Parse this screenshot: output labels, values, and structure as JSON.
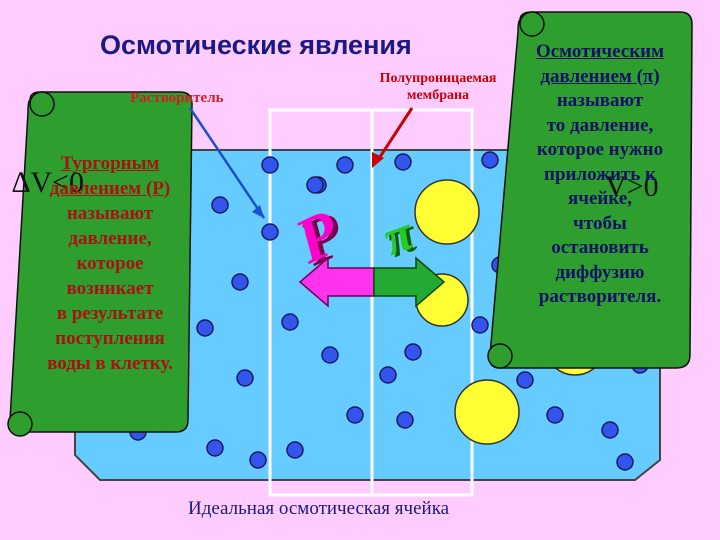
{
  "title": "Осмотические явления",
  "labels": {
    "solvent": "Растворитель",
    "membrane_line1": "Полупроницаемая",
    "membrane_line2": "мембрана",
    "caption": "Идеальная осмотическая ячейка"
  },
  "scroll_left": {
    "lines": [
      "Тургорным",
      "давлением (Р)",
      "называют",
      "давление,",
      "которое",
      "возникает",
      "в результате",
      "поступления",
      "воды в клетку."
    ]
  },
  "scroll_right": {
    "lines": [
      "Осмотическим",
      "давлением (π)",
      "называют",
      "то давление,",
      "которое нужно",
      "приложить к",
      "ячейке,",
      "чтобы",
      "остановить",
      "диффузию",
      "растворителя."
    ]
  },
  "symbols": {
    "left_partial": "∆V<0",
    "right_partial": "V>0",
    "p": "P",
    "pi": "π"
  },
  "colors": {
    "background": "#ffccff",
    "water": "#66ccff",
    "scroll_green": "#2e9e2e",
    "molecule_blue": "#3355ee",
    "solute_yellow": "#ffff33",
    "arrow_magenta": "#ff33ee",
    "arrow_green": "#22aa33"
  }
}
